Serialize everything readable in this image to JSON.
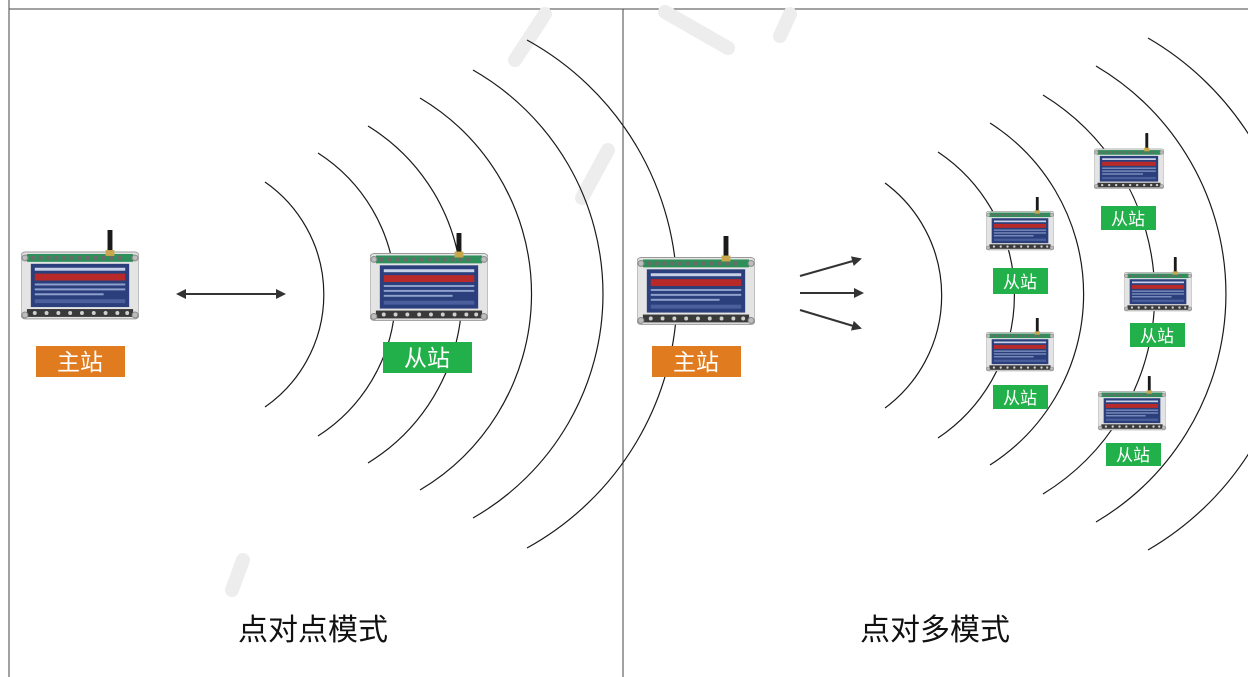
{
  "panels": [
    {
      "title": "点对点模式",
      "master_label": "主站",
      "slave_label": "从站"
    },
    {
      "title": "点对多模式",
      "master_label": "主站",
      "slave_labels": [
        "从站",
        "从站",
        "从站",
        "从站",
        "从站"
      ]
    }
  ],
  "colors": {
    "master_tag": "#e07b1f",
    "slave_tag": "#22b04a",
    "device_body": "#2a3f7c",
    "device_shell": "#e2e2e2",
    "wave_stroke": "#1a1a1a",
    "arrow_stroke": "#333333"
  }
}
